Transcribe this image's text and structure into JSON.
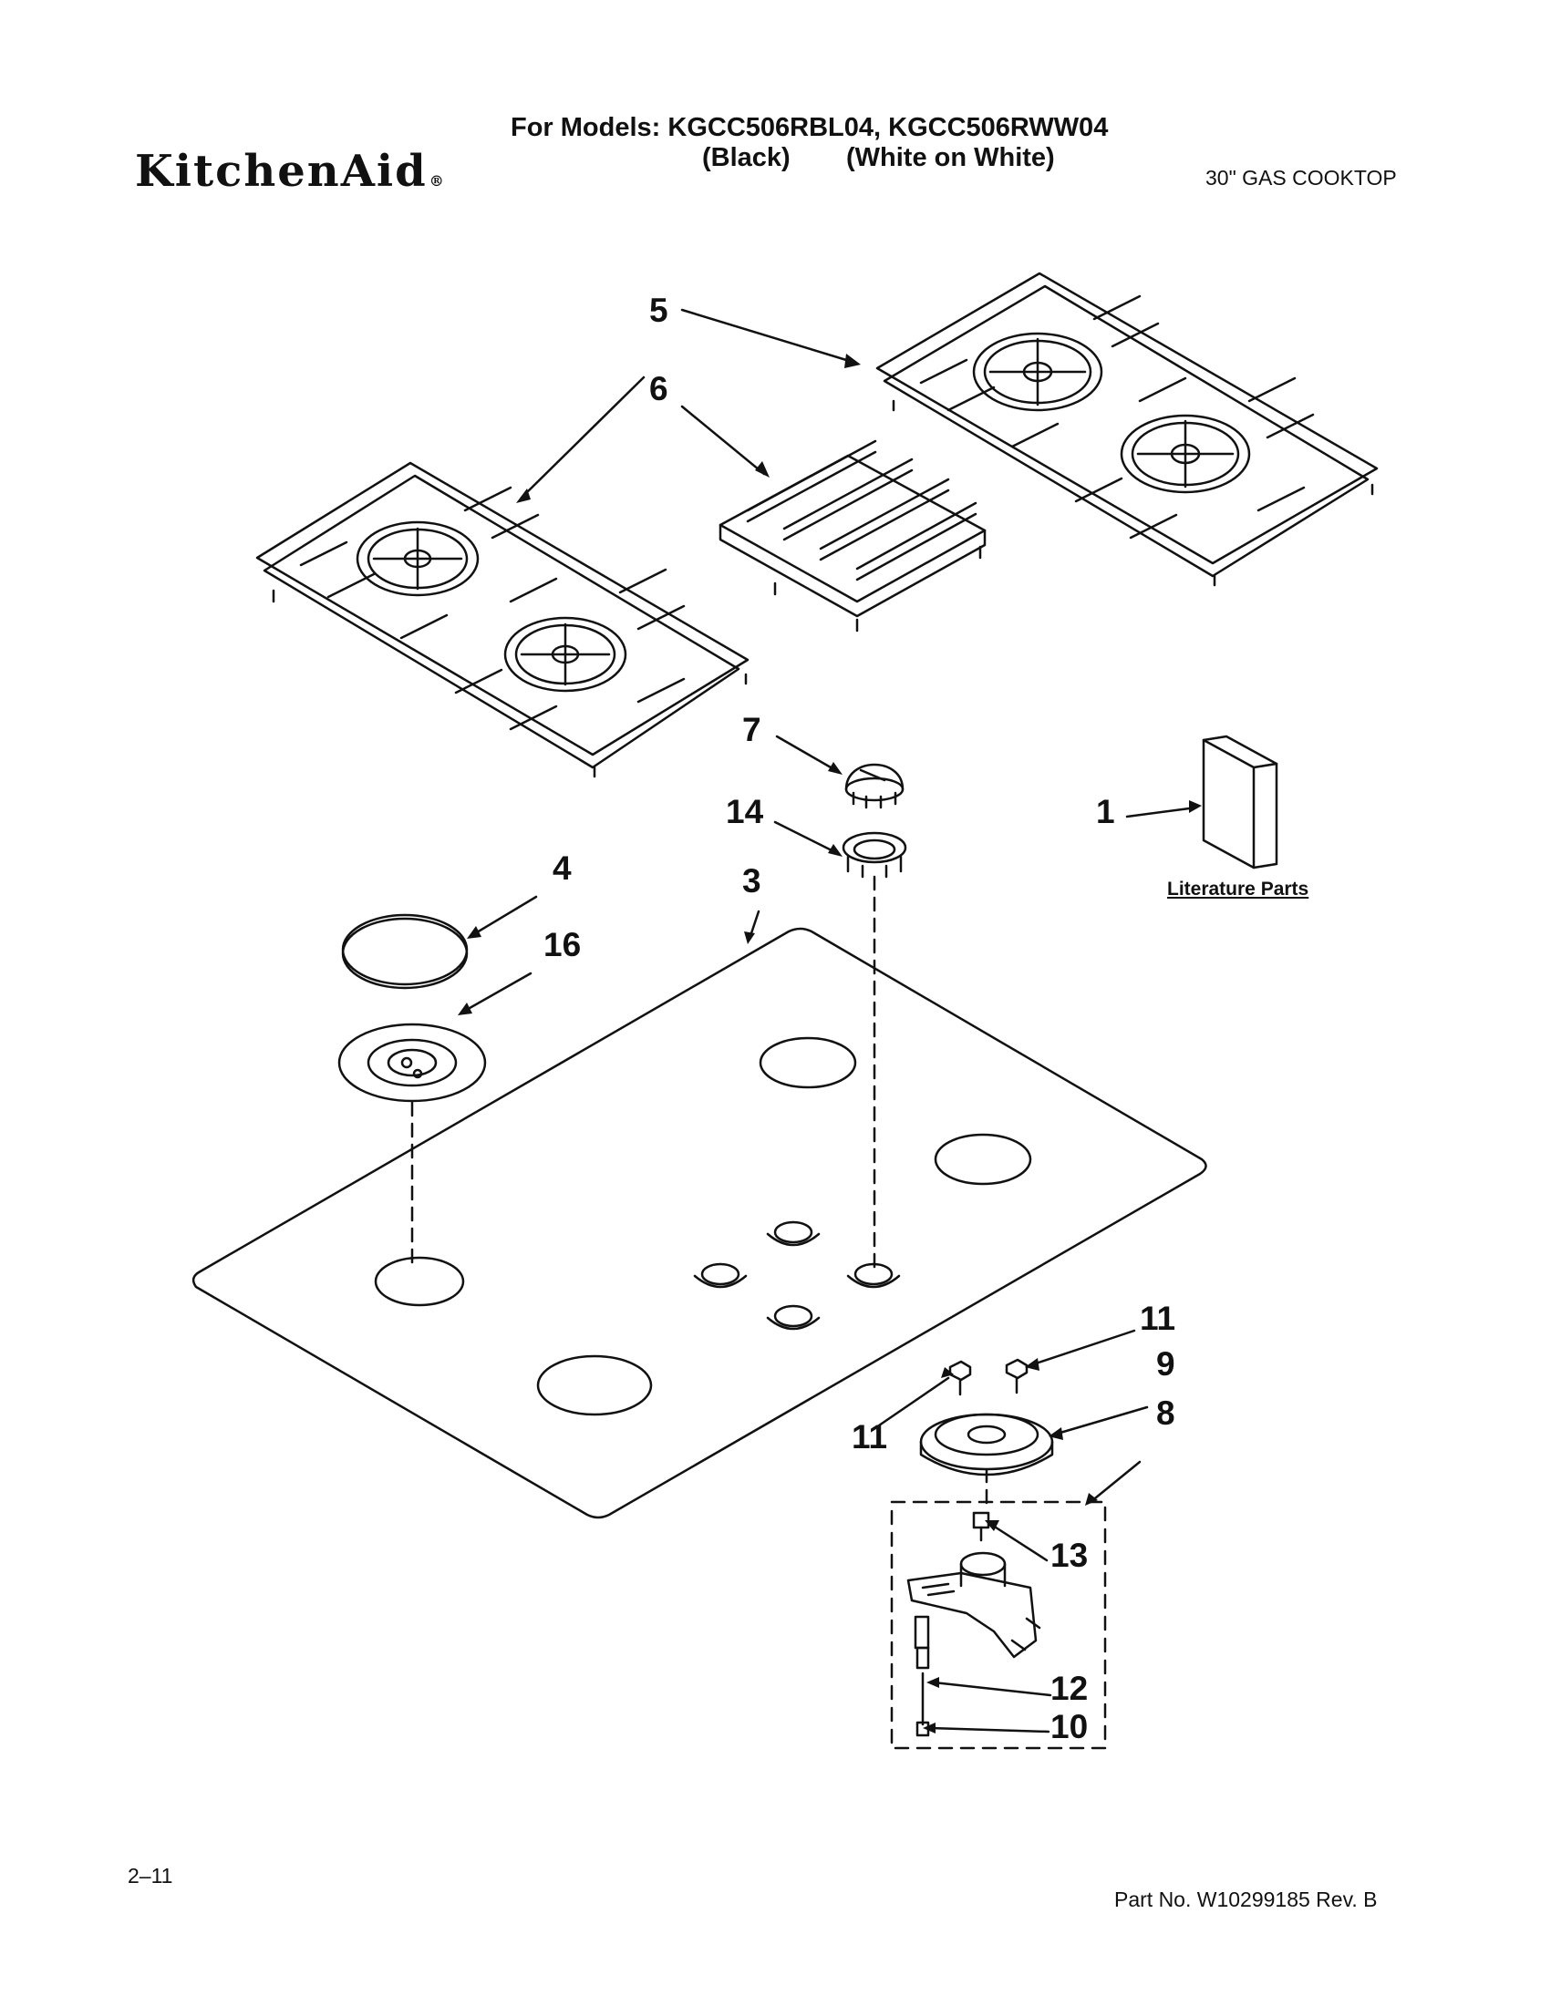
{
  "header": {
    "brand": "KitchenAid",
    "models_line": "For Models: KGCC506RBL04, KGCC506RWW04",
    "color_black": "(Black)",
    "color_white": "(White on White)",
    "product": "30\" GAS COOKTOP"
  },
  "diagram": {
    "literature_label": "Literature Parts",
    "callouts": [
      "5",
      "6",
      "7",
      "14",
      "1",
      "4",
      "3",
      "16",
      "11",
      "9",
      "11",
      "8",
      "13",
      "12",
      "10"
    ]
  },
  "footer": {
    "page": "2–11",
    "part_number": "Part No. W10299185 Rev. B"
  }
}
